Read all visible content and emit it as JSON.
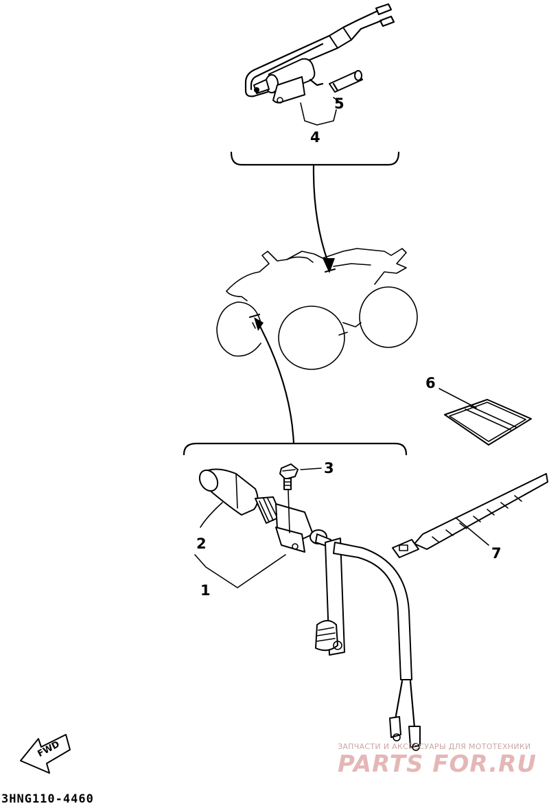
{
  "callouts": {
    "c1": "1",
    "c2": "2",
    "c3": "3",
    "c4": "4",
    "c5": "5",
    "c6": "6",
    "c7": "7"
  },
  "fwd_label": "FWD",
  "diagram_code": "3HNG110-4460",
  "watermark": {
    "tagline": "ЗАПЧАСТИ И АКСЕССУАРЫ ДЛЯ МОТОТЕХНИКИ",
    "logo": "PARTS FOR.RU"
  }
}
